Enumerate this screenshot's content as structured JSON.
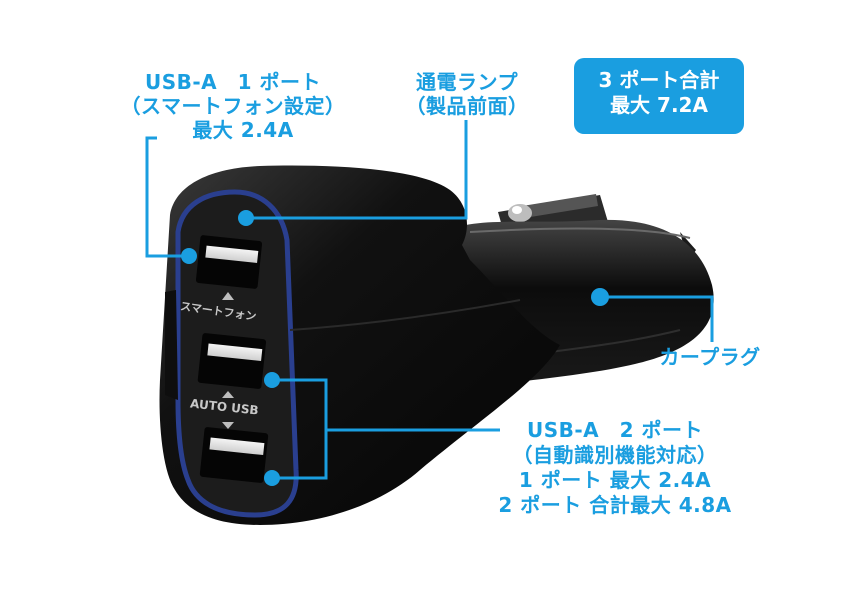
{
  "colors": {
    "accent": "#1a9ee0",
    "product_body": "#111111",
    "led_ring": "#2a3f8f",
    "background": "#ffffff"
  },
  "callouts": {
    "usb_port1": {
      "line1": "USB-A　1 ポート",
      "line2": "（スマートフォン設定）",
      "line3": "最大 2.4A"
    },
    "power_lamp": {
      "line1": "通電ランプ",
      "line2": "（製品前面）"
    },
    "total_badge": {
      "line1": "3 ポート合計",
      "line2": "最大 7.2A"
    },
    "car_plug": {
      "label": "カープラグ"
    },
    "usb_port2": {
      "line1": "USB-A　2 ポート",
      "line2": "（自動識別機能対応）",
      "line3": "1 ポート 最大 2.4A",
      "line4": "2 ポート 合計最大 4.8A"
    }
  },
  "product": {
    "port_label_smartphone": "スマートフォン",
    "port_label_auto_usb": "AUTO USB"
  }
}
